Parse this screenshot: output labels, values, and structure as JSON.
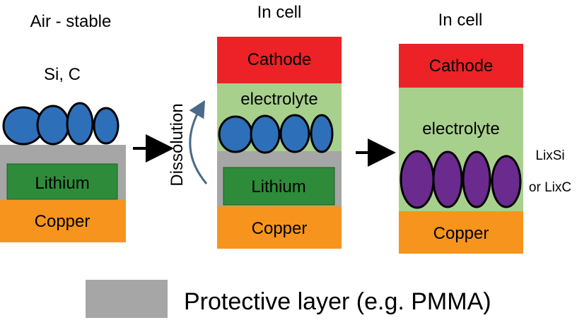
{
  "panel1": {
    "header": "Air - stable",
    "particles_label": "Si, C",
    "lithium_label": "Lithium",
    "copper_label": "Copper"
  },
  "panel2": {
    "header": "In cell",
    "cathode_label": "Cathode",
    "electrolyte_label": "electrolyte",
    "lithium_label": "Lithium",
    "copper_label": "Copper",
    "process_label": "Dissolution"
  },
  "panel3": {
    "header": "In cell",
    "cathode_label": "Cathode",
    "electrolyte_label": "electrolyte",
    "copper_label": "Copper",
    "product_line1": "LixSi",
    "product_line2": "or LixC"
  },
  "legend": {
    "label": "Protective layer (e.g. PMMA)"
  },
  "colors": {
    "cathode": "#ec2227",
    "electrolyte": "#a8d08d",
    "lithium": "#2e8b3a",
    "copper": "#f7941d",
    "protective_layer": "#a6a6a6",
    "si_c_particle": "#2e6fba",
    "lithiated_particle": "#6b2a8e"
  }
}
